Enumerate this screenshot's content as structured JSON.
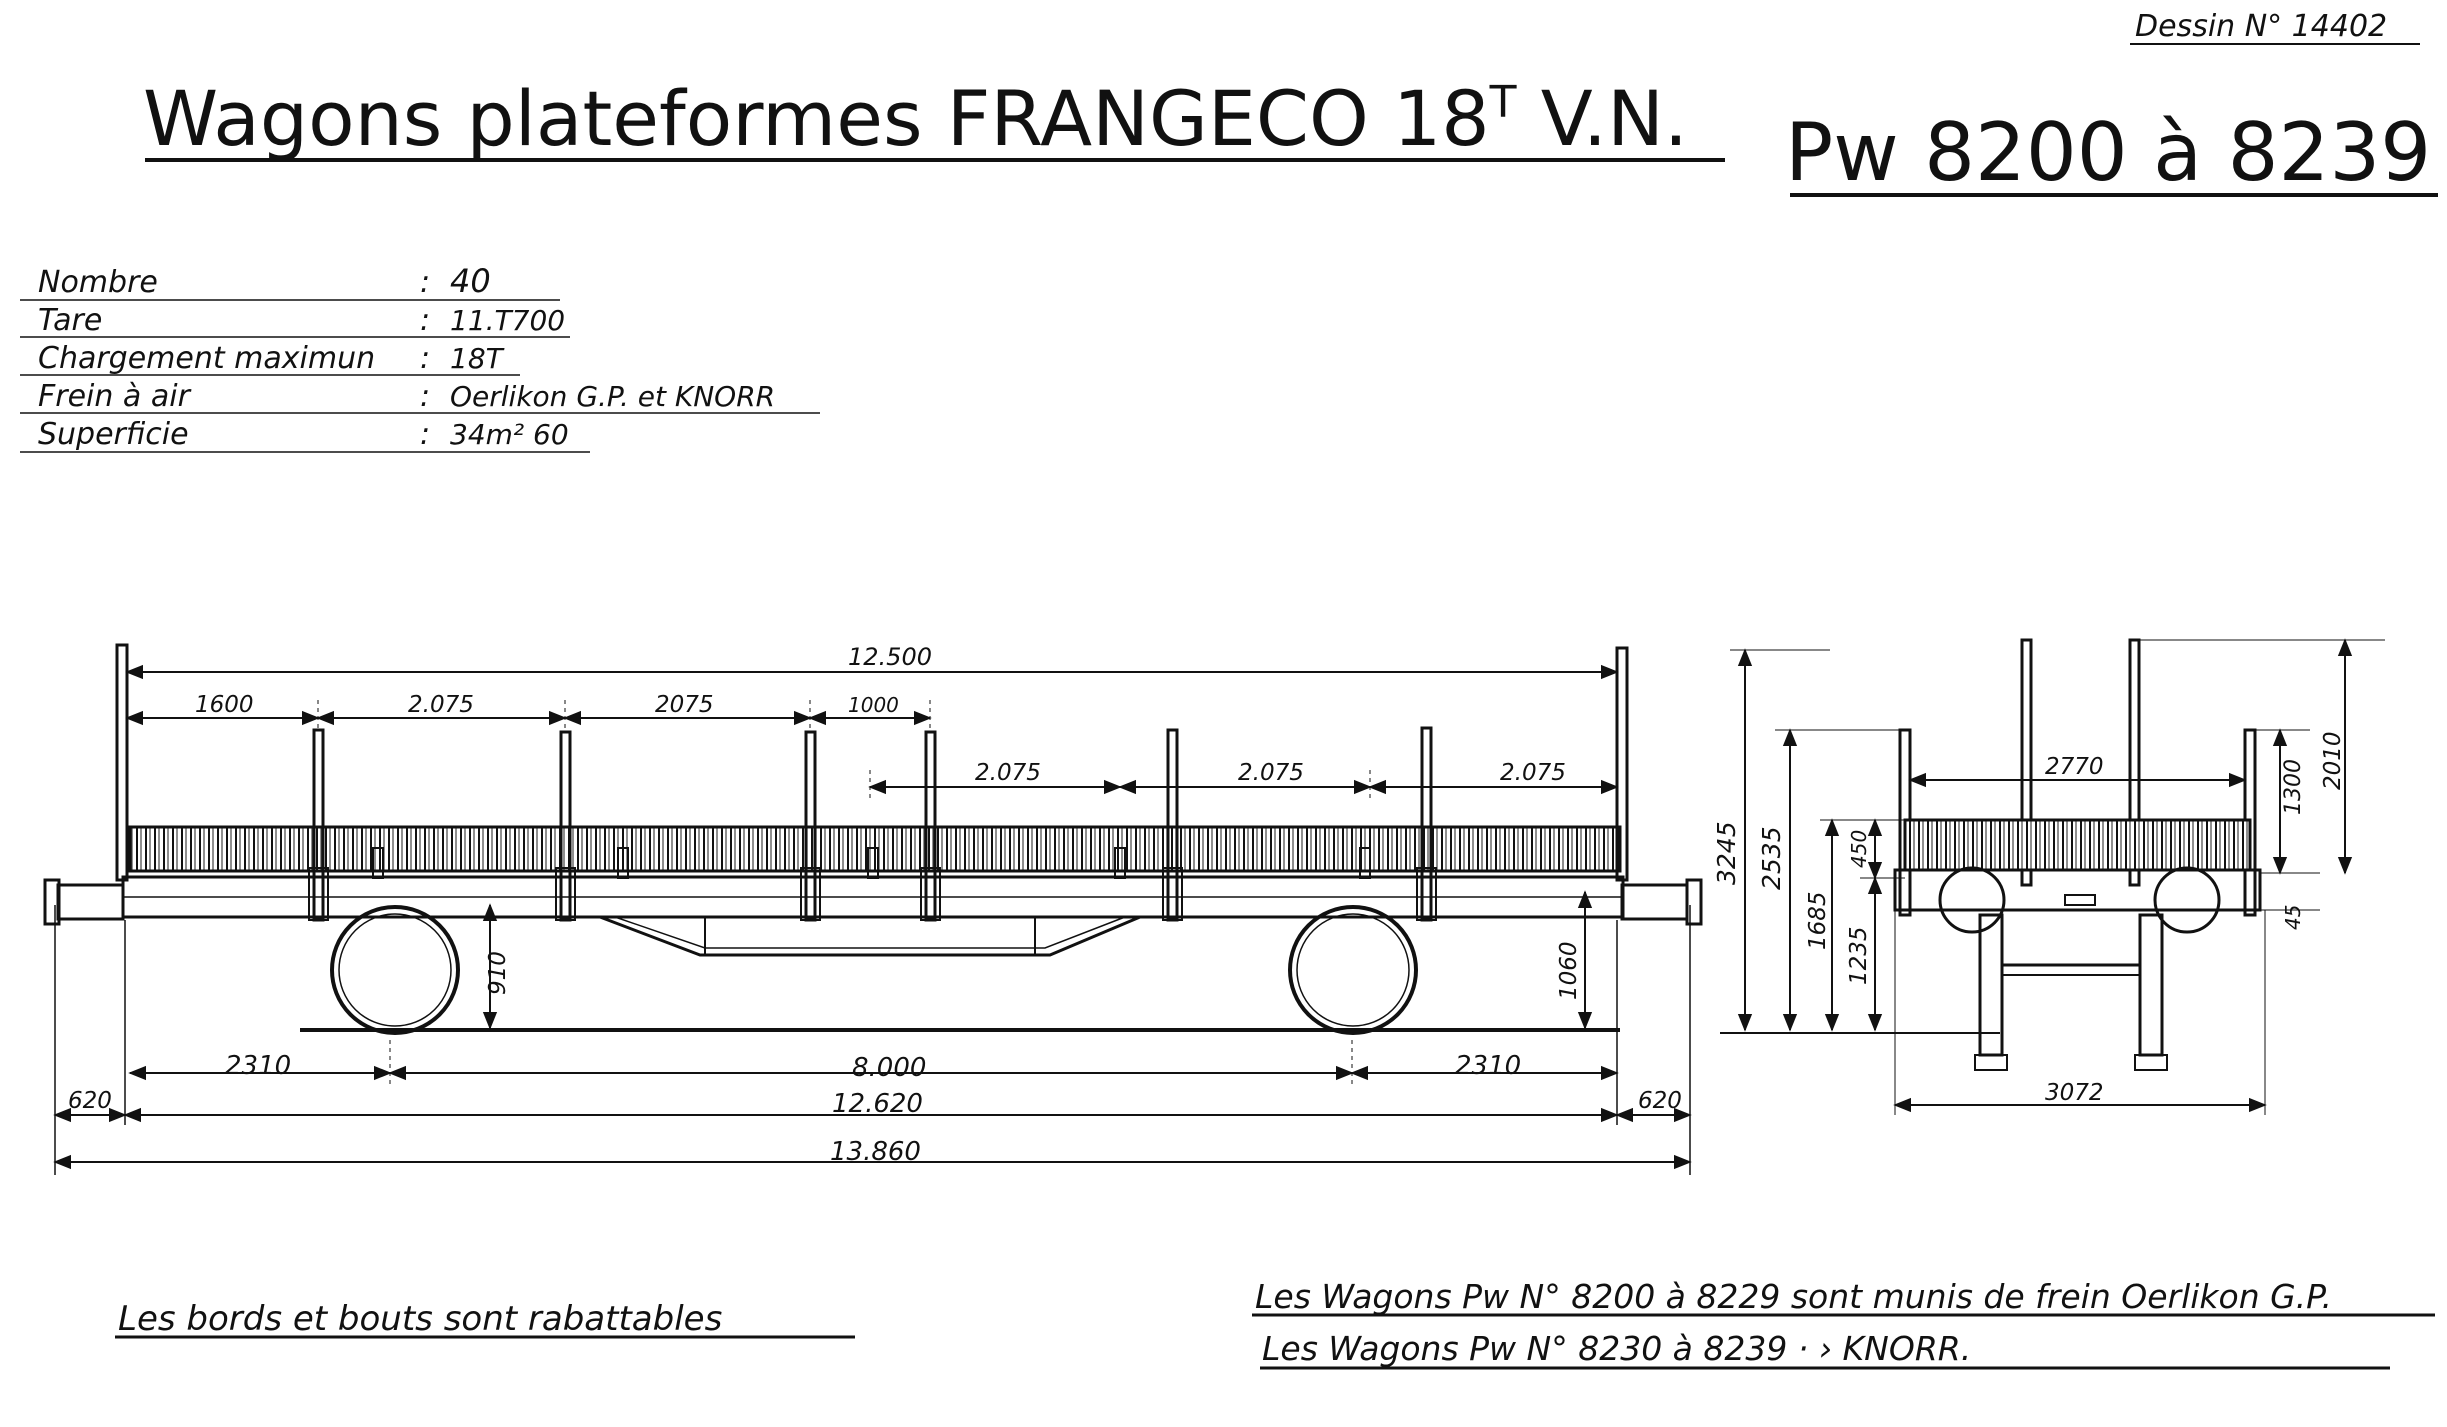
{
  "dessin": "Dessin N° 14402",
  "title": {
    "main": "Wagons plateformes FRANGECO 18",
    "sup": "T",
    "suffix": " V.N.",
    "series": "Pw 8200 à 8239"
  },
  "specs": [
    {
      "label": "Nombre",
      "value": "40"
    },
    {
      "label": "Tare",
      "value": "11.T700"
    },
    {
      "label": "Chargement maximun",
      "value": "18T"
    },
    {
      "label": "Frein à air",
      "value": "Oerlikon G.P. et KNORR"
    },
    {
      "label": "Superficie",
      "value": "34m² 60"
    }
  ],
  "side_dims": {
    "total_top": "12.500",
    "s1600": "1600",
    "s2075a": "2.075",
    "s2075b": "2075",
    "s1000": "1000",
    "s2075c": "2.075",
    "s2075d": "2.075",
    "s2075e": "2.075",
    "h910": "910",
    "h1060": "1060",
    "b2310a": "2310",
    "b8000": "8.000",
    "b2310b": "2310",
    "b620a": "620",
    "b12620": "12.620",
    "b620b": "620",
    "b13860": "13.860"
  },
  "end_dims": {
    "h3245": "3245",
    "h2535": "2535",
    "h1685": "1685",
    "h1235": "1235",
    "h450": "450",
    "w2770": "2770",
    "h2010": "2010",
    "h1300": "1300",
    "h45": "45",
    "w3072": "3072"
  },
  "notes": {
    "left": "Les bords et bouts sont rabattables",
    "right1": "Les Wagons Pw N° 8200 à 8229 sont munis de frein Oerlikon G.P.",
    "right2": "Les Wagons Pw N° 8230 à 8239 · › KNORR."
  }
}
